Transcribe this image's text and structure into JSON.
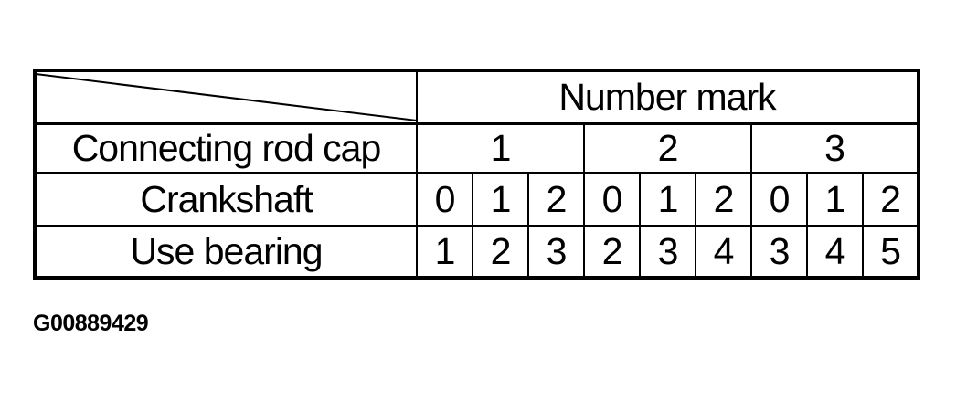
{
  "figure": {
    "code": "G00889429"
  },
  "table": {
    "header": "Number mark",
    "row_labels": [
      "Connecting rod cap",
      "Crankshaft",
      "Use bearing"
    ],
    "groups": [
      "1",
      "2",
      "3"
    ],
    "crankshaft_values": [
      "0",
      "1",
      "2",
      "0",
      "1",
      "2",
      "0",
      "1",
      "2"
    ],
    "use_bearing_values": [
      "1",
      "2",
      "3",
      "2",
      "3",
      "4",
      "3",
      "4",
      "5"
    ]
  },
  "colors": {
    "line": "#000000",
    "background": "#ffffff"
  }
}
